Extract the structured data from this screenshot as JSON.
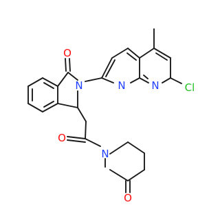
{
  "colors": {
    "bond": "#1a1a1a",
    "N": "#1f3fff",
    "O": "#ff0d0d",
    "Cl": "#21c021",
    "background": "#ffffff"
  },
  "atoms": {
    "o_lactam": "O",
    "n_lactam": "N",
    "n_ring_left": "N",
    "n_ring_right": "N",
    "cl": "Cl",
    "o_amide": "O",
    "n_piperidine": "N",
    "o_ketone": "O"
  }
}
